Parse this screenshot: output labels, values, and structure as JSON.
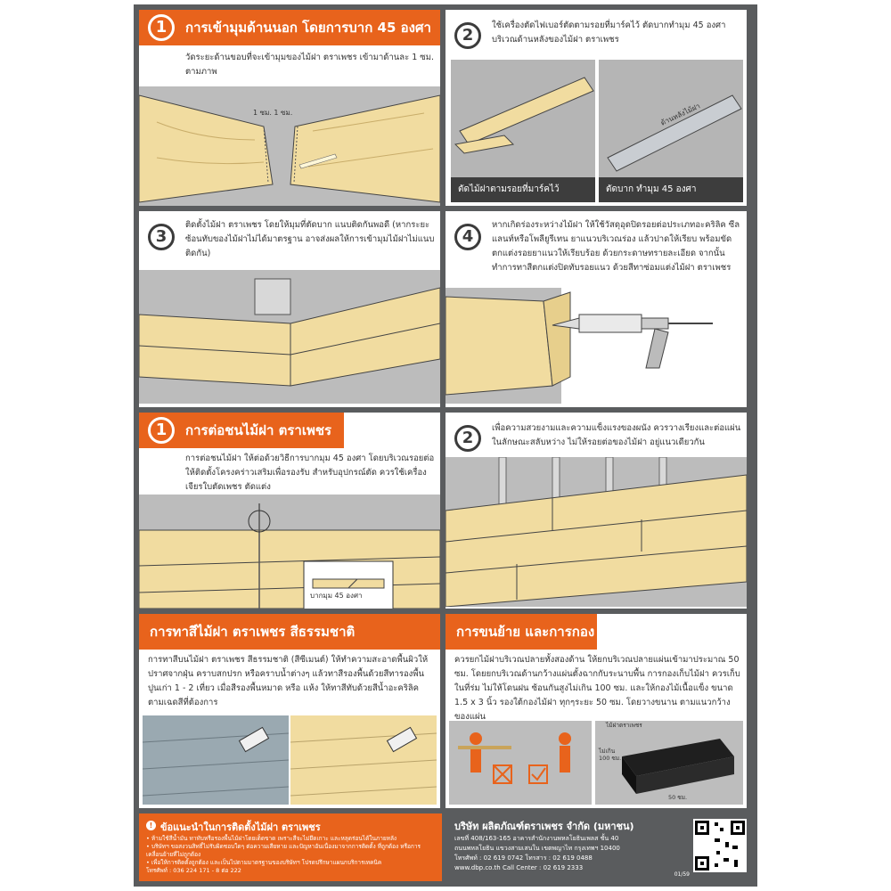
{
  "section1": {
    "step_number": "1",
    "title": "การเข้ามุมด้านนอก โดยการบาก 45 องศา",
    "text": "วัดระยะด้านขอบที่จะเข้ามุมของไม้ฝา ตราเพชร เข้ามาด้านละ 1 ซม. ตามภาพ",
    "mark_label": "1 ซม. 1 ซม."
  },
  "section2": {
    "step_number": "2",
    "text": "ใช้เครื่องตัดไฟเบอร์ตัดตามรอยที่มาร์คไว้ ตัดบากทำมุม 45 องศา บริเวณด้านหลังของไม้ฝา ตราเพชร",
    "caption_left": "ตัดไม้ฝาตามรอยที่มาร์คไว้",
    "caption_right": "ตัดบาก ทำมุม 45 องศา",
    "back_label": "ด้านหลังไม้ฝา"
  },
  "section3": {
    "step_number": "3",
    "text": "ติดตั้งไม้ฝา ตราเพชร โดยให้มุมที่ตัดบาก แนบติดกันพอดี (หากระยะซ้อนทับของไม้ฝาไม่ได้มาตรฐาน อาจส่งผลให้การเข้ามุมไม้ฝาไม่แนบติดกัน)"
  },
  "section4": {
    "step_number": "4",
    "text": "หากเกิดร่องระหว่างไม้ฝา ให้ใช้วัสดุอุดปิดรอยต่อประเภทอะคริลิค ซีลแลนท์หรือโพลียูรีเทน ยาแนวบริเวณร่อง แล้วปาดให้เรียบ พร้อมขัดตกแต่งรอยยาแนวให้เรียบร้อย ด้วยกระดาษทรายละเอียด จากนั้นทำการทาสีตกแต่งปิดทับรอยแนว ด้วยสีทาซ่อมแต่งไม้ฝา ตราเพชร"
  },
  "section5": {
    "step_number": "1",
    "title": "การต่อชนไม้ฝา ตราเพชร",
    "text": "การต่อชนไม้ฝา ให้ต่อด้วยวิธีการบากมุม 45 องศา โดยบริเวณรอยต่อให้ติดตั้งโครงคร่าวเสริมเพื่อรองรับ สำหรับอุปกรณ์ตัด ควรใช้เครื่องเจียรใบตัดเพชร ตัดแต่ง",
    "cut_label": "บากมุม 45 องศา"
  },
  "section6": {
    "step_number": "2",
    "text": "เพื่อความสวยงามและความแข็งแรงของผนัง ควรวางเรียงและต่อแผ่นในลักษณะสลับหว่าง ไม่ให้รอยต่อของไม้ฝา อยู่แนวเดียวกัน"
  },
  "section7": {
    "title": "การทาสีไม้ฝา ตราเพชร สีธรรมชาติ",
    "text": "การทาสีบนไม้ฝา ตราเพชร สีธรรมชาติ (สีซีเมนต์) ให้ทำความสะอาดพื้นผิวให้ปราศจากฝุ่น คราบสกปรก หรือคราบน้ำต่างๆ แล้วทาสีรองพื้นด้วยสีทารองพื้นปูนเก่า 1 - 2 เที่ยว เมื่อสีรองพื้นหมาด หรือ แห้ง ให้ทาสีทับด้วยสีน้ำอะคริลิค ตามเฉดสีที่ต้องการ"
  },
  "section8": {
    "title": "การขนย้าย และการกองเก็บ",
    "text": "ควรยกไม้ฝาบริเวณปลายทั้งสองด้าน ให้ยกบริเวณปลายแผ่นเข้ามาประมาณ 50 ซม. โดยยกบริเวณด้านกว้างแผ่นตั้งฉากกับระนาบพื้น การกองเก็บไม้ฝา ควรเก็บในที่ร่ม ไม่ให้โดนฝน ซ้อนกันสูงไม่เกิน 100 ซม. และให้กองไม้เนื้อแข็ง ขนาด 1.5 x 3 นิ้ว รองใต้กองไม้ฝา ทุกๆระยะ 50 ซม. โดยวางขนาน ตามแนวกว้างของแผ่น",
    "stack_label": "ไม้ฝาตราเพชร",
    "height_label": "ไม่เกิน 100 ซม.",
    "spacing_label": "50 ซม."
  },
  "footer_left": {
    "title": "ข้อแนะนำในการติดตั้งไม้ฝา ตราเพชร",
    "lines": [
      "• ห้ามใช้สีน้ำมัน ทาทับหรือรองพื้นไม้ฝาโดยเด็ดขาด เพราะสีจะไม่ยึดเกาะ และหลุดร่อนได้ในภายหลัง",
      "• บริษัทฯ ขอสงวนสิทธิ์ไม่รับผิดชอบใดๆ ต่อความเสียหาย และปัญหาอันเนื่องมาจากการติดตั้ง ที่ถูกต้อง หรือการเคลื่อนย้ายที่ไม่ถูกต้อง",
      "• เพื่อให้การติดตั้งถูกต้อง และเป็นไปตามมาตรฐานของบริษัทฯ โปรดปรึกษาแผนกบริการเทคนิค",
      "โทรศัพท์ : 036 224 171 - 8 ต่อ 222"
    ]
  },
  "footer_right": {
    "company": "บริษัท ผลิตภัณฑ์ตราเพชร จำกัด (มหาชน)",
    "lines": [
      "เลขที่ 408/163-165 อาคารสำนักงานพหลโยธินเพลส ชั้น 40",
      "ถนนพหลโยธิน แขวงสามเสนใน เขตพญาไท กรุงเทพฯ 10400",
      "โทรศัพท์ : 02 619 0742 โทรสาร : 02 619 0488",
      "www.dbp.co.th Call Center : 02 619 2333"
    ],
    "code": "01/59"
  },
  "colors": {
    "accent": "#e8631c",
    "frame": "#5a5c5e",
    "wood": "#f1dca0",
    "wall": "#bcbcbc"
  }
}
